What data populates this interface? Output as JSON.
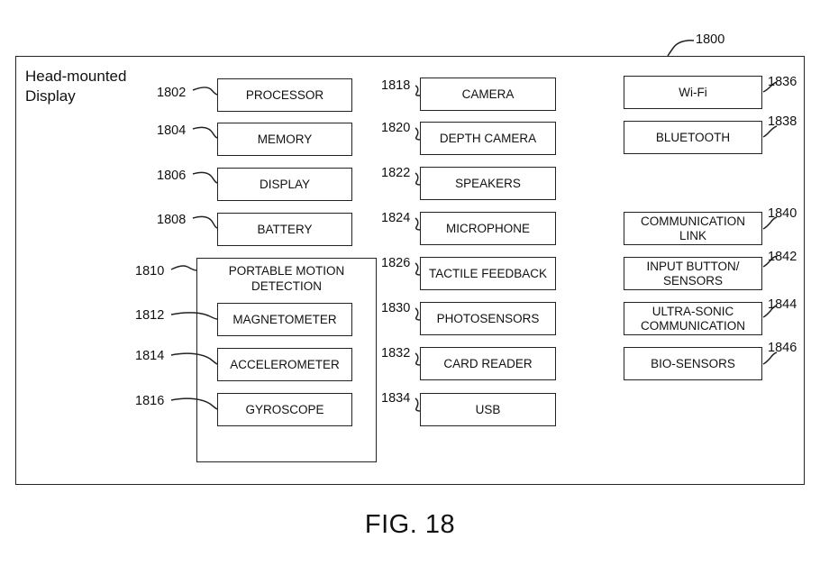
{
  "diagram_ref": "1800",
  "device_label": "Head-mounted\nDisplay",
  "figure_caption": "FIG. 18",
  "left_column": [
    {
      "ref": "1802",
      "label": "PROCESSOR"
    },
    {
      "ref": "1804",
      "label": "MEMORY"
    },
    {
      "ref": "1806",
      "label": "DISPLAY"
    },
    {
      "ref": "1808",
      "label": "BATTERY"
    }
  ],
  "motion_group": {
    "ref": "1810",
    "label": "PORTABLE MOTION\nDETECTION",
    "items": [
      {
        "ref": "1812",
        "label": "MAGNETOMETER"
      },
      {
        "ref": "1814",
        "label": "ACCELEROMETER"
      },
      {
        "ref": "1816",
        "label": "GYROSCOPE"
      }
    ]
  },
  "middle_column": [
    {
      "ref": "1818",
      "label": "CAMERA"
    },
    {
      "ref": "1820",
      "label": "DEPTH CAMERA"
    },
    {
      "ref": "1822",
      "label": "SPEAKERS"
    },
    {
      "ref": "1824",
      "label": "MICROPHONE"
    },
    {
      "ref": "1826",
      "label": "TACTILE FEEDBACK"
    },
    {
      "ref": "1830",
      "label": "PHOTOSENSORS"
    },
    {
      "ref": "1832",
      "label": "CARD READER"
    },
    {
      "ref": "1834",
      "label": "USB"
    }
  ],
  "right_column": [
    {
      "ref": "1836",
      "label": "Wi-Fi"
    },
    {
      "ref": "1838",
      "label": "BLUETOOTH"
    },
    {
      "ref": "1840",
      "label": "COMMUNICATION\nLINK"
    },
    {
      "ref": "1842",
      "label": "INPUT BUTTON/\nSENSORS"
    },
    {
      "ref": "1844",
      "label": "ULTRA-SONIC\nCOMMUNICATION"
    },
    {
      "ref": "1846",
      "label": "BIO-SENSORS"
    }
  ]
}
